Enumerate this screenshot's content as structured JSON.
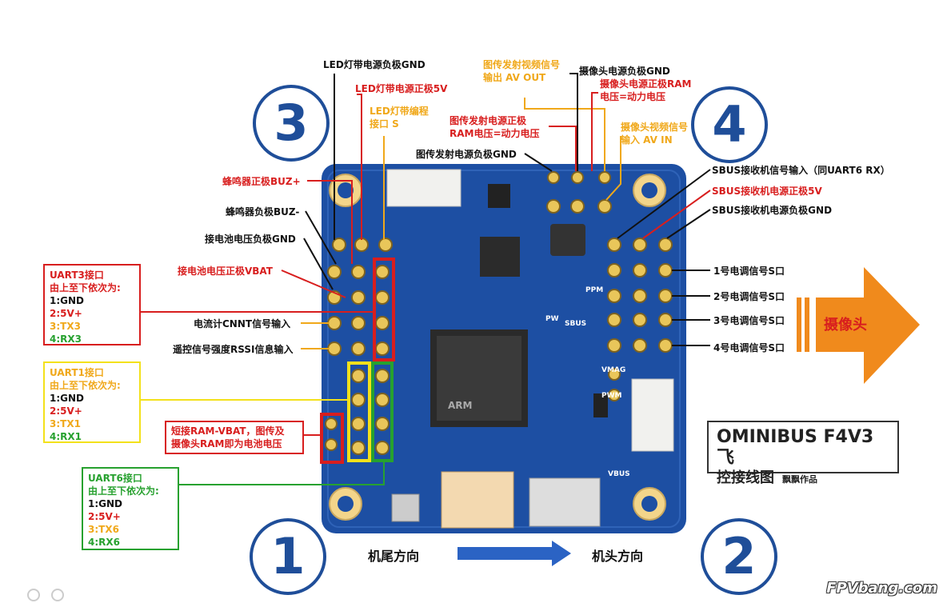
{
  "labels": {
    "led_gnd": "LED灯带电源负极GND",
    "led_5v": "LED灯带电源正极5V",
    "led_s": "LED灯带编程",
    "led_s2": "接口 S",
    "vtx_out": "图传发射视频信号",
    "vtx_out2": "输出 AV OUT",
    "cam_gnd": "摄像头电源负极GND",
    "cam_ram": "摄像头电源正极RAM",
    "cam_ram2": "电压=动力电压",
    "vtx_ram": "图传发射电源正极",
    "vtx_ram2": "RAM电压=动力电压",
    "cam_av": "摄像头视频信号",
    "cam_av2": "输入 AV IN",
    "vtx_gnd": "图传发射电源负极GND",
    "buz_plus": "蜂鸣器正极BUZ+",
    "buz_minus": "蜂鸣器负极BUZ-",
    "bat_gnd": "接电池电压负极GND",
    "vbat": "接电池电压正极VBAT",
    "cnnt": "电流计CNNT信号输入",
    "rssi": "遥控信号强度RSSI信息输入",
    "sbus_in": "SBUS接收机信号输入（同UART6 RX）",
    "sbus_5v": "SBUS接收机电源正极5V",
    "sbus_gnd": "SBUS接收机电源负极GND",
    "esc1": "1号电调信号S口",
    "esc2": "2号电调信号S口",
    "esc3": "3号电调信号S口",
    "esc4": "4号电调信号S口",
    "camera": "摄像头",
    "ram_vbat": "短接RAM-VBAT，图传及",
    "ram_vbat2": "摄像头RAM即为电池电压"
  },
  "uart3": {
    "title": "UART3接口",
    "sub": "由上至下依次为:",
    "l1": "1:GND",
    "l2": "2:5V+",
    "l3": "3:TX3",
    "l4": "4:RX3"
  },
  "uart1": {
    "title": "UART1接口",
    "sub": "由上至下依次为:",
    "l1": "1:GND",
    "l2": "2:5V+",
    "l3": "3:TX1",
    "l4": "4:RX1"
  },
  "uart6": {
    "title": "UART6接口",
    "sub": "由上至下依次为:",
    "l1": "1:GND",
    "l2": "2:5V+",
    "l3": "3:TX6",
    "l4": "4:RX6"
  },
  "corners": {
    "c1": "1",
    "c2": "2",
    "c3": "3",
    "c4": "4"
  },
  "direction": {
    "tail": "机尾方向",
    "head": "机头方向"
  },
  "title": {
    "line1": "OMINIBUS F4V3飞",
    "line2": "控接线图",
    "author": "飘飘作品"
  },
  "board": {
    "arm": "ARM",
    "pw": "PW",
    "sbus": "SBUS",
    "ppm": "PPM",
    "vbus": "VBUS",
    "vmag": "VMAG",
    "pwm": "PWM"
  },
  "watermark": "FPVbang.com",
  "colors": {
    "board": "#1d4fa3",
    "accent_red": "#d81e1e",
    "accent_yellow": "#f3e11b",
    "accent_green": "#27a12f",
    "circle": "#1f4e99",
    "arrow": "#f08a1c"
  }
}
